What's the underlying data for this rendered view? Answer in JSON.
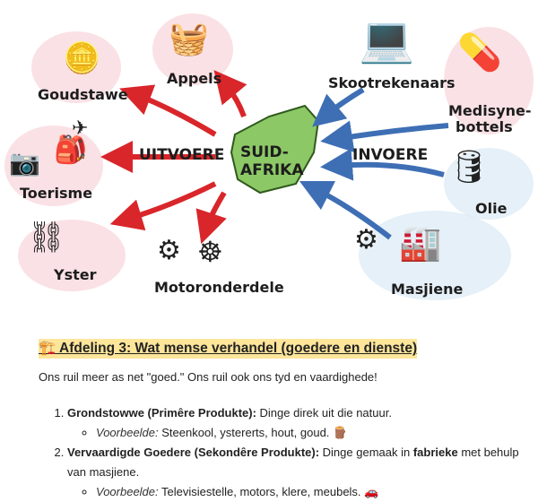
{
  "diagram": {
    "center": "SUID-\nAFRIKA",
    "center_line1": "SUID-",
    "center_line2": "AFRIKA",
    "exports_label": "UITVOERE",
    "imports_label": "INVOERE",
    "exports": [
      "Goudstawe",
      "Appels",
      "Toerisme",
      "Yster",
      "Motoronderdele"
    ],
    "imports": [
      "Skootrekenaars",
      "Medisyne-",
      "bottels",
      "Olie",
      "Masjiene"
    ],
    "colors": {
      "export_arrow": "#d9262a",
      "import_arrow": "#3e6fb5",
      "land": "#8cc866",
      "pink": "#f6c9cf",
      "blue": "#cfe3f3"
    }
  },
  "section": {
    "icon": "🏗️",
    "heading": "Afdeling 3: Wat mense verhandel (goedere en dienste)",
    "intro": "Ons ruil meer as net \"goed.\" Ons ruil ook ons tyd en vaardighede!",
    "items": [
      {
        "title": "Grondstowwe (Primêre Produkte):",
        "text": " Dinge direk uit die natuur.",
        "example_label": "Voorbeelde:",
        "example": " Steenkool, ystererts, hout, goud. 🪵"
      },
      {
        "title": "Vervaardigde Goedere (Sekondêre Produkte):",
        "text_a": " Dinge gemaak in ",
        "bold": "fabrieke",
        "text_b": " met behulp van masjiene.",
        "example_label": "Voorbeelde:",
        "example": " Televisiestelle, motors, klere, meubels. 🚗"
      }
    ]
  }
}
